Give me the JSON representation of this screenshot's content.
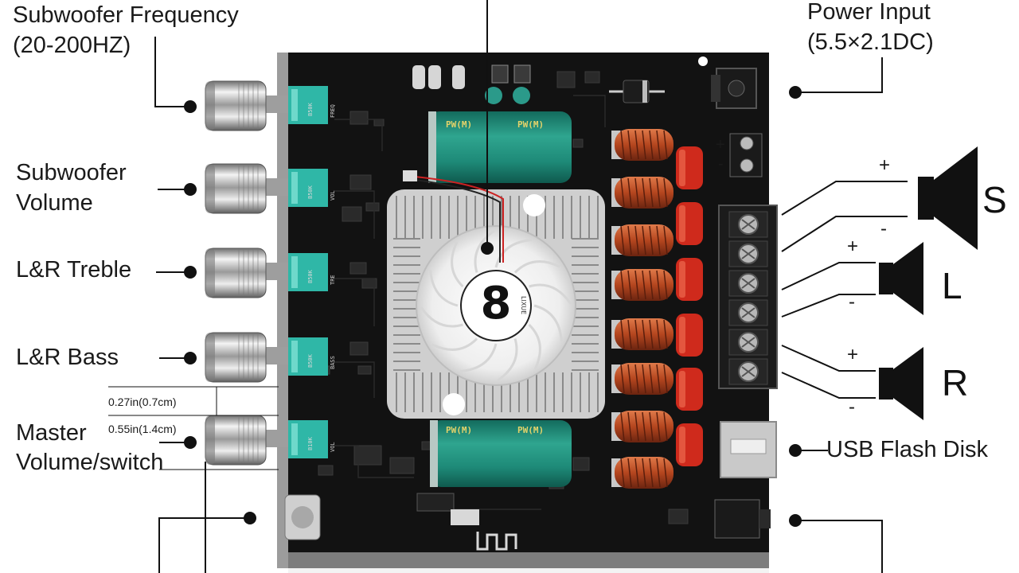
{
  "labels": {
    "subwoofer_frequency_line1": "Subwoofer Frequency",
    "subwoofer_frequency_line2": "(20-200HZ)",
    "subwoofer_volume_line1": "Subwoofer",
    "subwoofer_volume_line2": "Volume",
    "lr_treble": "L&R Treble",
    "lr_bass": "L&R Bass",
    "master_line1": "Master",
    "master_line2": "Volume/switch",
    "power_input_line1": "Power Input",
    "power_input_line2": "(5.5×2.1DC)",
    "usb_flash_disk": "USB Flash Disk"
  },
  "dimensions": {
    "gap_small": "0.27in(0.7cm)",
    "gap_large": "0.55in(1.4cm)"
  },
  "speakers": [
    {
      "letter": "S",
      "plus": "+",
      "minus": "-"
    },
    {
      "letter": "L",
      "plus": "+",
      "minus": "-"
    },
    {
      "letter": "R",
      "plus": "+",
      "minus": "-"
    }
  ],
  "power_terminal": {
    "plus": "+",
    "minus": "-"
  },
  "pots": [
    {
      "code": "B50K",
      "label": "FREQ"
    },
    {
      "code": "B50K",
      "label": "VOL"
    },
    {
      "code": "B50K",
      "label": "TRE"
    },
    {
      "code": "B50K",
      "label": "BASS"
    },
    {
      "code": "B10K",
      "label": "VOL"
    }
  ],
  "capacitors": {
    "print": "PW(M)"
  },
  "fan_brand": "LIXUE",
  "colors": {
    "pcb": "#121212",
    "pot_body": "#2fb7a7",
    "capacitor": "#1e8a78",
    "copper_coil": "#b5461f",
    "red_capacitor": "#cf2a1c"
  }
}
